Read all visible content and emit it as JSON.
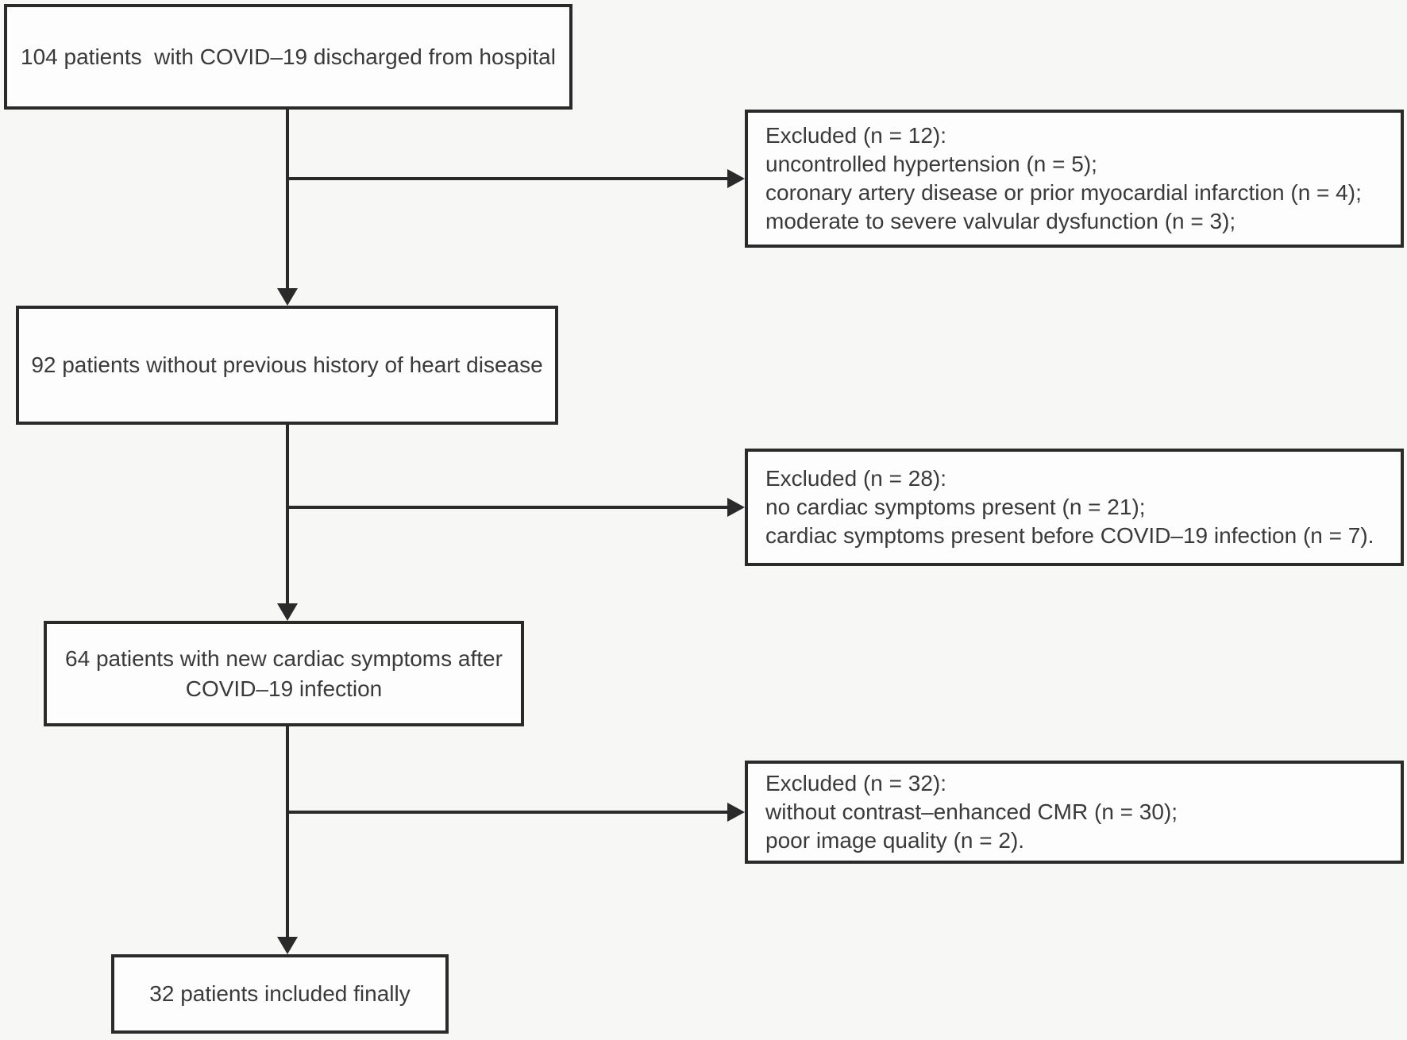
{
  "page": {
    "background_color": "#f7f7f6",
    "box_fill_color": "#fdfdfd",
    "border_color": "#2a2a2a",
    "text_color": "#3a3a3a"
  },
  "flowchart": {
    "nodes": [
      {
        "id": "discharged",
        "label": "104 patients  with COVID–19 discharged from hospital"
      },
      {
        "id": "no-heart-disease",
        "label": "92 patients without previous history of heart disease"
      },
      {
        "id": "new-cardiac-symptoms",
        "label": "64 patients with new cardiac symptoms after\nCOVID–19 infection"
      },
      {
        "id": "included",
        "label": "32 patients included finally"
      }
    ],
    "exclusions": [
      {
        "id": "exclusion-1",
        "lines": [
          "Excluded (n = 12):",
          "uncontrolled hypertension (n = 5);",
          "coronary artery disease or prior myocardial infarction (n = 4);",
          "moderate to severe valvular dysfunction (n = 3);"
        ]
      },
      {
        "id": "exclusion-2",
        "lines": [
          "Excluded (n = 28):",
          "no cardiac symptoms present (n = 21);",
          "cardiac symptoms present before COVID–19 infection (n = 7)."
        ]
      },
      {
        "id": "exclusion-3",
        "lines": [
          "Excluded (n = 32):",
          "without contrast–enhanced CMR (n = 30);",
          "poor image quality (n = 2)."
        ]
      }
    ]
  }
}
